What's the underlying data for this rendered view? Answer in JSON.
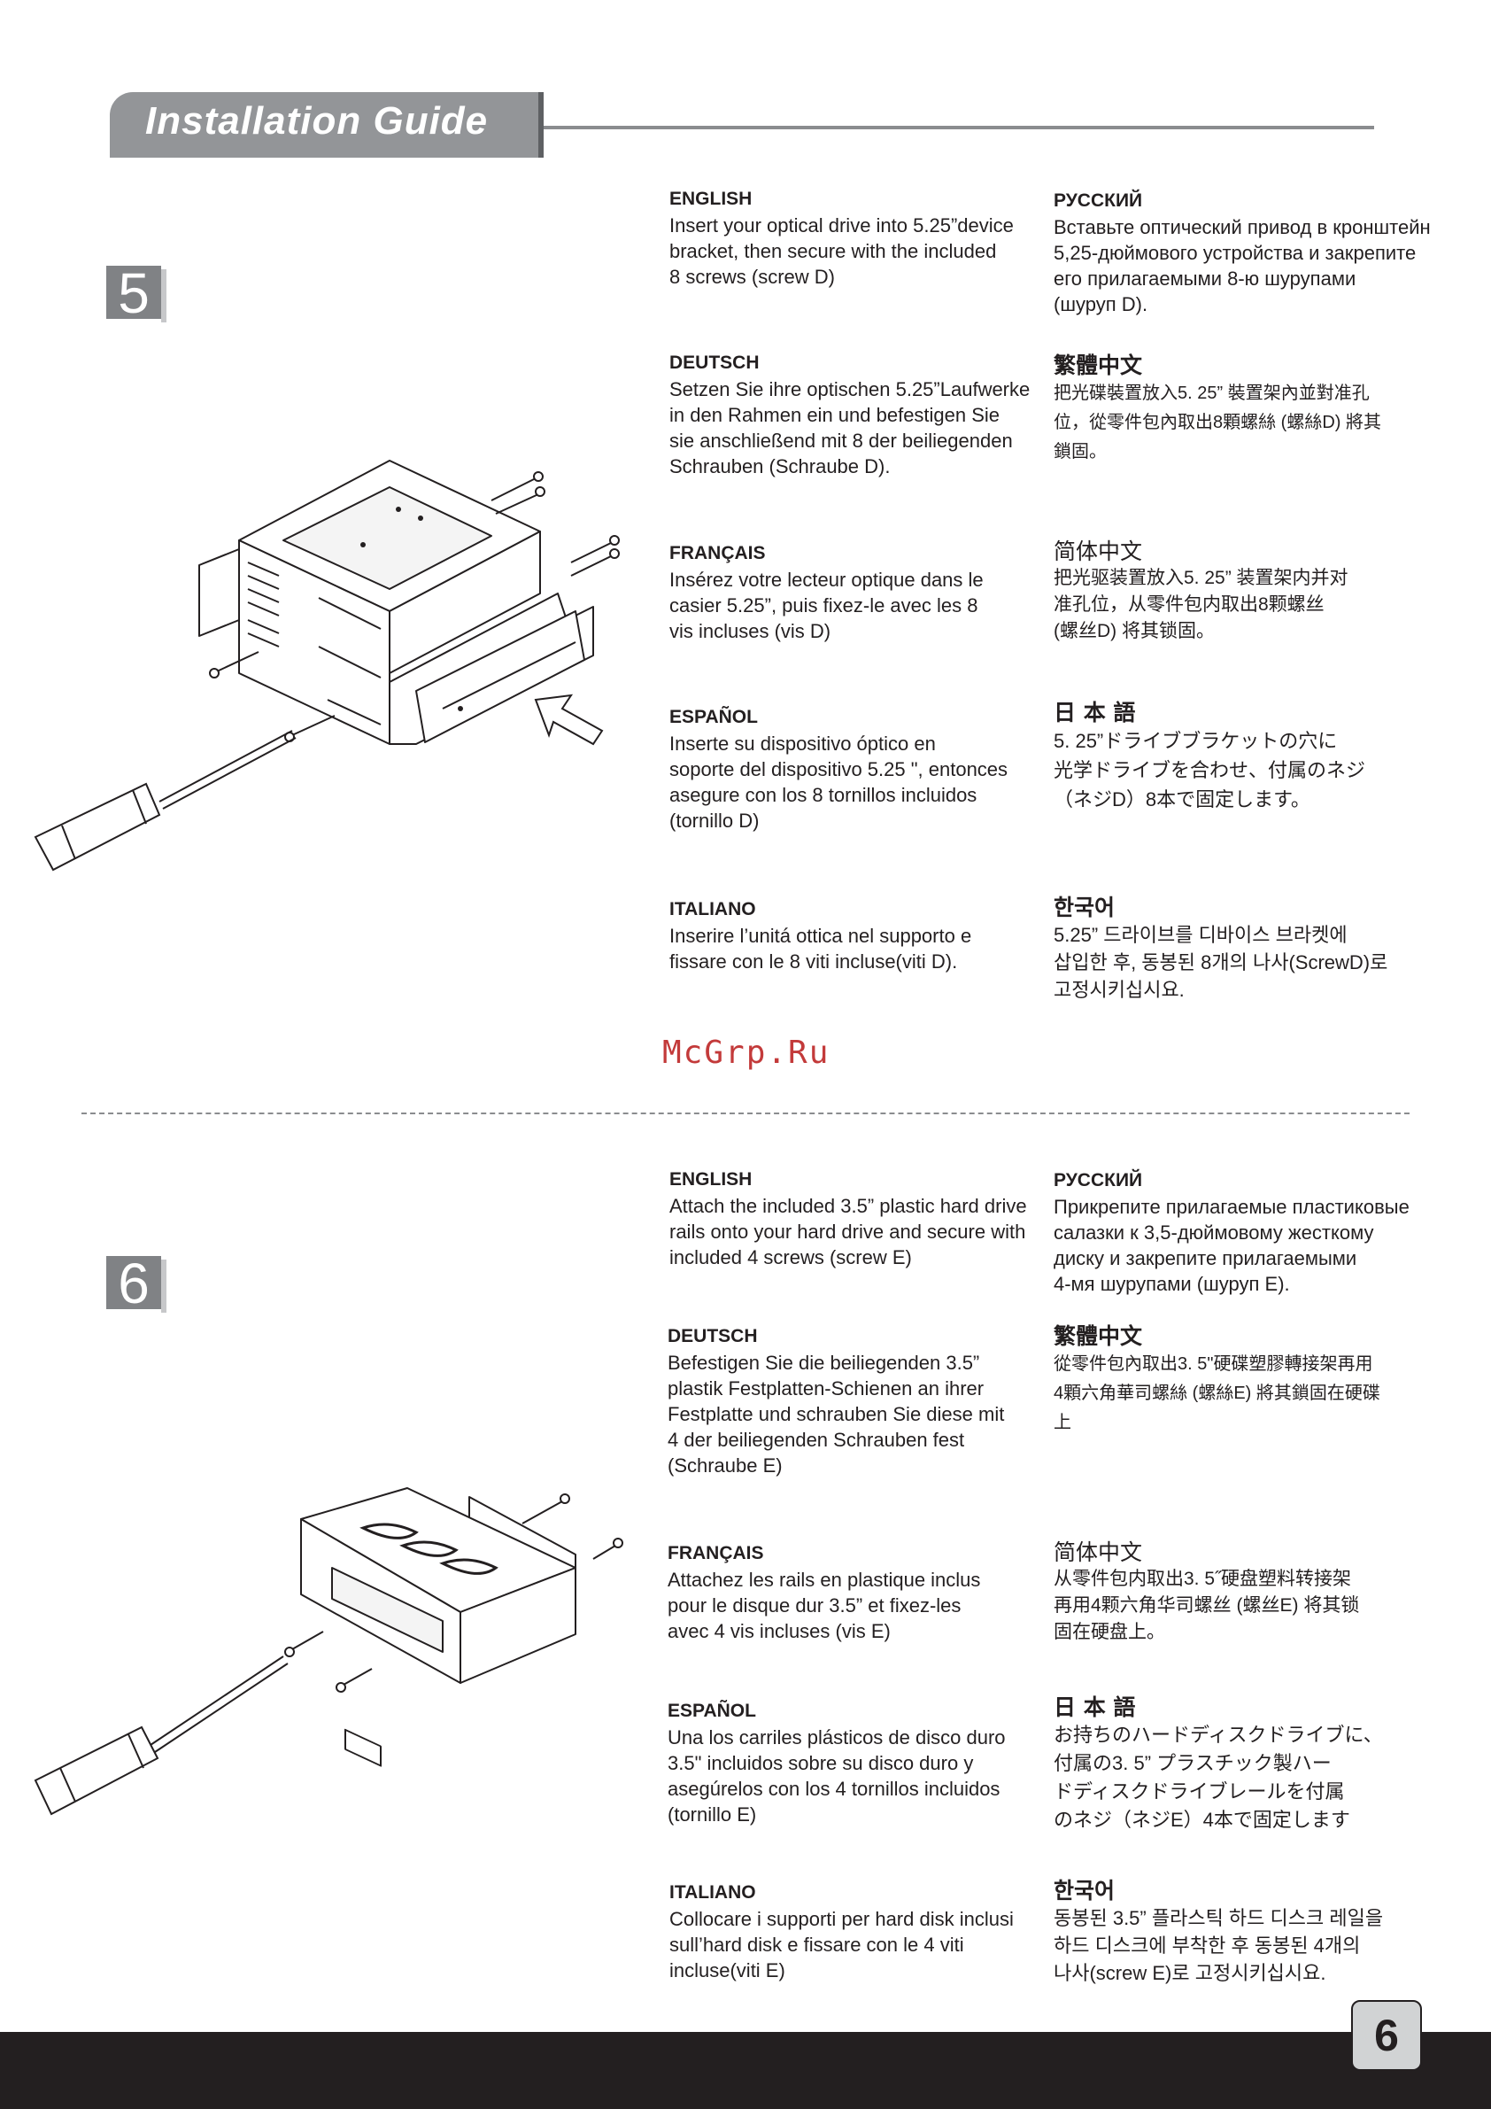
{
  "header": {
    "title": "Installation Guide"
  },
  "watermark": "McGrp.Ru",
  "page_number": "6",
  "step5": {
    "number": "5",
    "english": {
      "heading": "ENGLISH",
      "lines": [
        "Insert your optical drive into 5.25”device",
        "bracket, then secure with the included",
        "8 screws (screw D)"
      ]
    },
    "russian": {
      "heading": "РУССКИЙ",
      "lines": [
        "Вставьте оптический привод в кронштейн",
        "5,25-дюймового устройства и закрепите",
        "его прилагаемыми 8-ю шурупами",
        "(шуруп D)."
      ]
    },
    "deutsch": {
      "heading": "DEUTSCH",
      "lines": [
        "Setzen Sie ihre optischen 5.25”Laufwerke",
        "in den Rahmen ein und befestigen Sie",
        "sie anschließend mit 8 der beiliegenden",
        "Schrauben (Schraube D)."
      ]
    },
    "trad_chinese": {
      "heading": "繁體中文",
      "lines": [
        "把光碟裝置放入5. 25” 裝置架內並對准孔",
        "位，從零件包內取出8顆螺絲 (螺絲D) 將其",
        "鎖固。"
      ]
    },
    "francais": {
      "heading": "FRANÇAIS",
      "lines": [
        "Insérez votre lecteur optique dans le",
        "casier 5.25”, puis fixez-le avec les 8",
        "vis incluses (vis D)"
      ]
    },
    "simp_chinese": {
      "heading": "简体中文",
      "lines": [
        "把光驱装置放入5. 25” 装置架内并对",
        "准孔位，从零件包内取出8颗螺丝",
        "(螺丝D) 将其锁固。"
      ]
    },
    "espanol": {
      "heading": "ESPAÑOL",
      "lines": [
        "Inserte su dispositivo óptico en",
        "soporte del dispositivo 5.25 \", entonces",
        "asegure con los 8 tornillos incluidos",
        "(tornillo D)"
      ]
    },
    "japanese": {
      "heading": "日 本 語",
      "lines": [
        "5. 25”ドライブブラケットの穴に",
        "光学ドライブを合わせ、付属のネジ",
        "（ネジD）8本で固定します。"
      ]
    },
    "italiano": {
      "heading": "ITALIANO",
      "lines": [
        "Inserire l’unitá ottica nel supporto e",
        "fissare con le 8 viti incluse(viti D)."
      ]
    },
    "korean": {
      "heading": "한국어",
      "lines": [
        "5.25” 드라이브를 디바이스 브라켓에",
        "삽입한 후, 동봉된 8개의 나사(ScrewD)로",
        "고정시키십시요."
      ]
    }
  },
  "step6": {
    "number": "6",
    "english": {
      "heading": "ENGLISH",
      "lines": [
        "Attach the included 3.5” plastic hard drive",
        "rails onto your hard drive and secure with",
        "included 4 screws (screw E)"
      ]
    },
    "russian": {
      "heading": "РУССКИЙ",
      "lines": [
        "Прикрепите прилагаемые пластиковые",
        "салазки к 3,5-дюймовому жесткому",
        "диску и закрепите прилагаемыми",
        "4-мя шурупами (шуруп E)."
      ]
    },
    "deutsch": {
      "heading": "DEUTSCH",
      "lines": [
        "Befestigen Sie die beiliegenden 3.5”",
        "plastik Festplatten-Schienen an ihrer",
        "Festplatte und schrauben Sie diese mit",
        "4 der beiliegenden Schrauben fest",
        "(Schraube E)"
      ]
    },
    "trad_chinese": {
      "heading": "繁體中文",
      "lines": [
        "從零件包內取出3. 5\"硬碟塑膠轉接架再用",
        "4顆六角華司螺絲 (螺絲E) 將其鎖固在硬碟",
        "上"
      ]
    },
    "francais": {
      "heading": "FRANÇAIS",
      "lines": [
        "Attachez les rails en plastique inclus",
        "pour le disque dur 3.5” et fixez-les",
        "avec 4 vis incluses (vis E)"
      ]
    },
    "simp_chinese": {
      "heading": "简体中文",
      "lines": [
        "从零件包内取出3. 5˝硬盘塑料转接架",
        "再用4颗六角华司螺丝 (螺丝E) 将其锁",
        "固在硬盘上。"
      ]
    },
    "espanol": {
      "heading": "ESPAÑOL",
      "lines": [
        "Una los carriles plásticos de disco duro",
        "3.5\" incluidos sobre su disco duro y",
        "asegúrelos con los 4 tornillos incluidos",
        "(tornillo E)"
      ]
    },
    "japanese": {
      "heading": "日 本 語",
      "lines": [
        "お持ちのハードディスクドライブに、",
        "付属の3. 5” プラスチック製ハー",
        "ドディスクドライブレールを付属",
        "のネジ（ネジE）4本で固定します"
      ]
    },
    "italiano": {
      "heading": "ITALIANO",
      "lines": [
        "Collocare i supporti per hard disk inclusi",
        "sull’hard disk e fissare con le 4 viti",
        "incluse(viti E)"
      ]
    },
    "korean": {
      "heading": "한국어",
      "lines": [
        "동봉된 3.5” 플라스틱 하드 디스크 레일을",
        "하드 디스크에 부착한 후 동봉된 4개의",
        "나사(screw E)로 고정시키십시요."
      ]
    }
  },
  "illustration_icons": {
    "step5": "optical-drive-bracket-illustration",
    "step6": "hdd-rail-illustration"
  }
}
